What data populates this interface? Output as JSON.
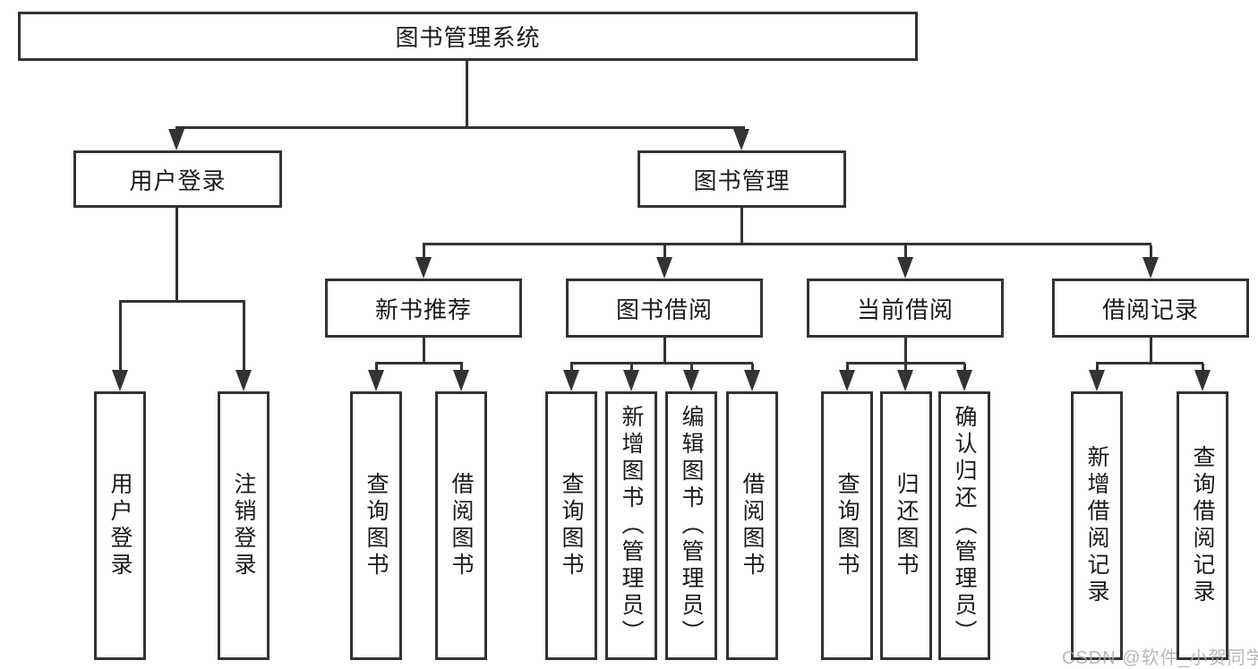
{
  "tree": {
    "label": "图书管理系统",
    "children": [
      {
        "label": "用户登录",
        "children": [
          {
            "label": "用户登录"
          },
          {
            "label": "注销登录"
          }
        ]
      },
      {
        "label": "图书管理",
        "children": [
          {
            "label": "新书推荐",
            "children": [
              {
                "label": "查询图书"
              },
              {
                "label": "借阅图书"
              }
            ]
          },
          {
            "label": "图书借阅",
            "children": [
              {
                "label": "查询图书"
              },
              {
                "label": "新增图书（管理员）"
              },
              {
                "label": "编辑图书（管理员）"
              },
              {
                "label": "借阅图书"
              }
            ]
          },
          {
            "label": "当前借阅",
            "children": [
              {
                "label": "查询图书"
              },
              {
                "label": "归还图书"
              },
              {
                "label": "确认归还（管理员）"
              }
            ]
          },
          {
            "label": "借阅记录",
            "children": [
              {
                "label": "新增借阅记录"
              },
              {
                "label": "查询借阅记录"
              }
            ]
          }
        ]
      }
    ]
  },
  "watermark": {
    "text": "CSDN @软件_小贺同学"
  },
  "colors": {
    "line": "#333333",
    "text": "#1a1a1a",
    "watermark": "#ababab"
  }
}
